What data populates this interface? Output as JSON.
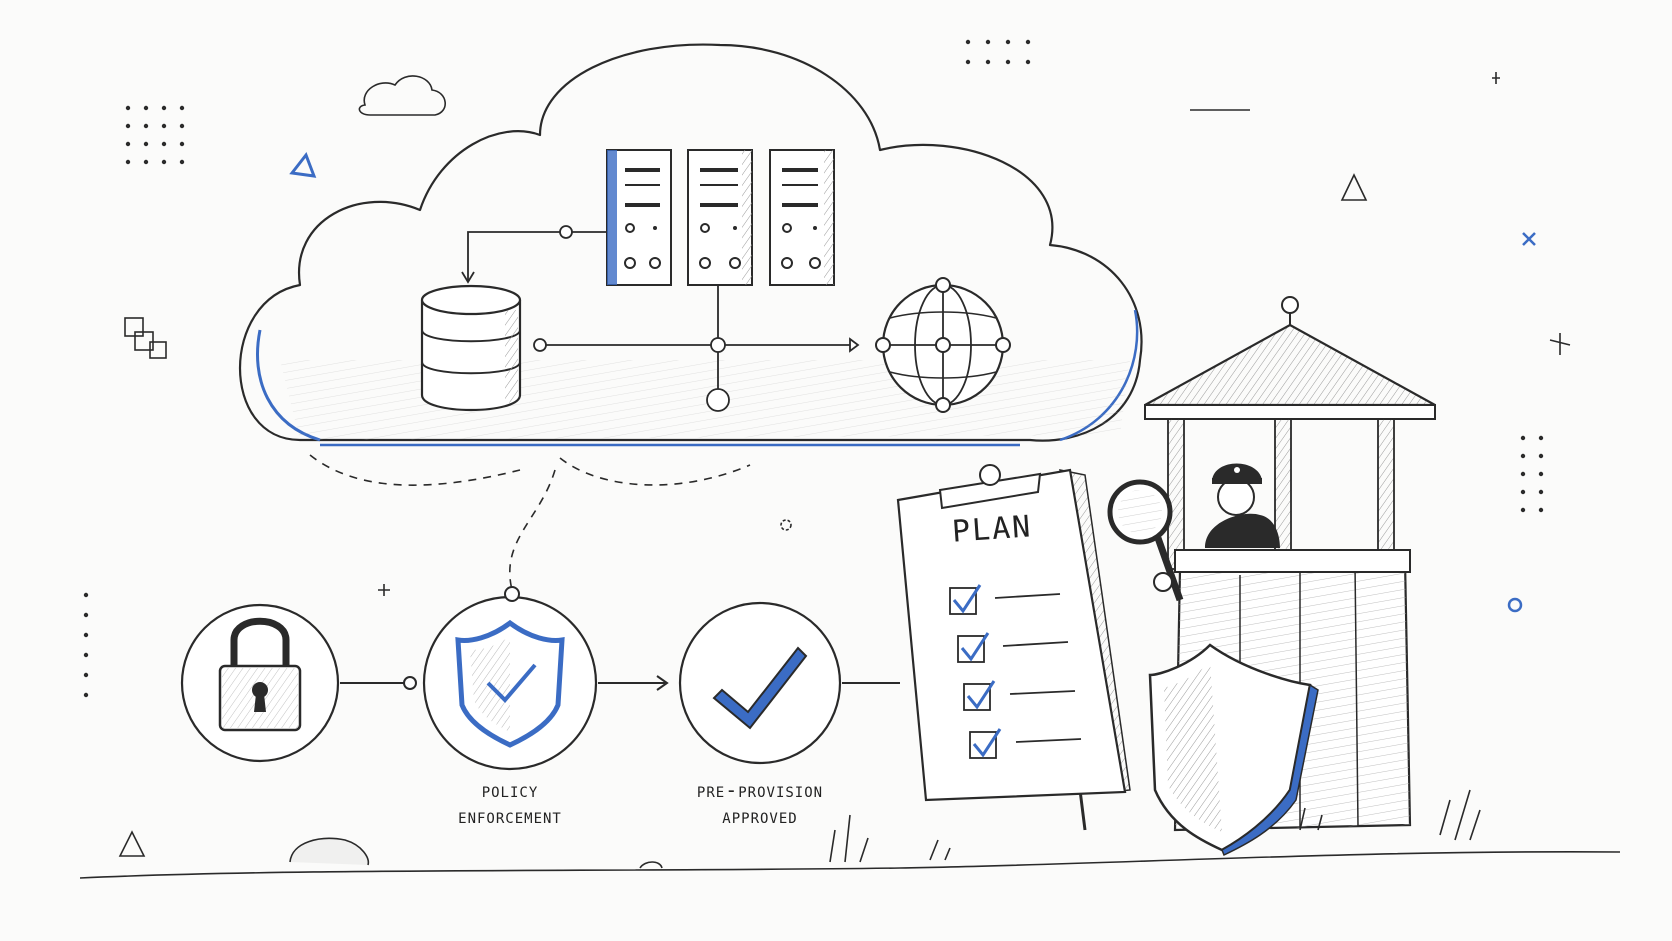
{
  "diagram": {
    "steps": [
      {
        "icon": "padlock-icon",
        "label_lines": []
      },
      {
        "icon": "shield-check-icon",
        "label_lines": [
          "Policy",
          "Enforcement"
        ]
      },
      {
        "icon": "checkmark-icon",
        "label_lines": [
          "Pre-Provision",
          "Approved"
        ]
      }
    ],
    "clipboard": {
      "title": "PLAN",
      "checked_items": 4
    },
    "cloud_components": [
      "database-icon",
      "server-rack-icon",
      "server-rack-icon",
      "server-rack-icon",
      "globe-network-icon"
    ],
    "guard_booth": {
      "icons": [
        "guard-icon",
        "magnifying-glass-icon",
        "shield-icon"
      ]
    }
  },
  "colors": {
    "ink": "#2a2a2a",
    "accent": "#3b6cc4",
    "shade": "#9a9a9a",
    "background": "#fbfbfa"
  }
}
